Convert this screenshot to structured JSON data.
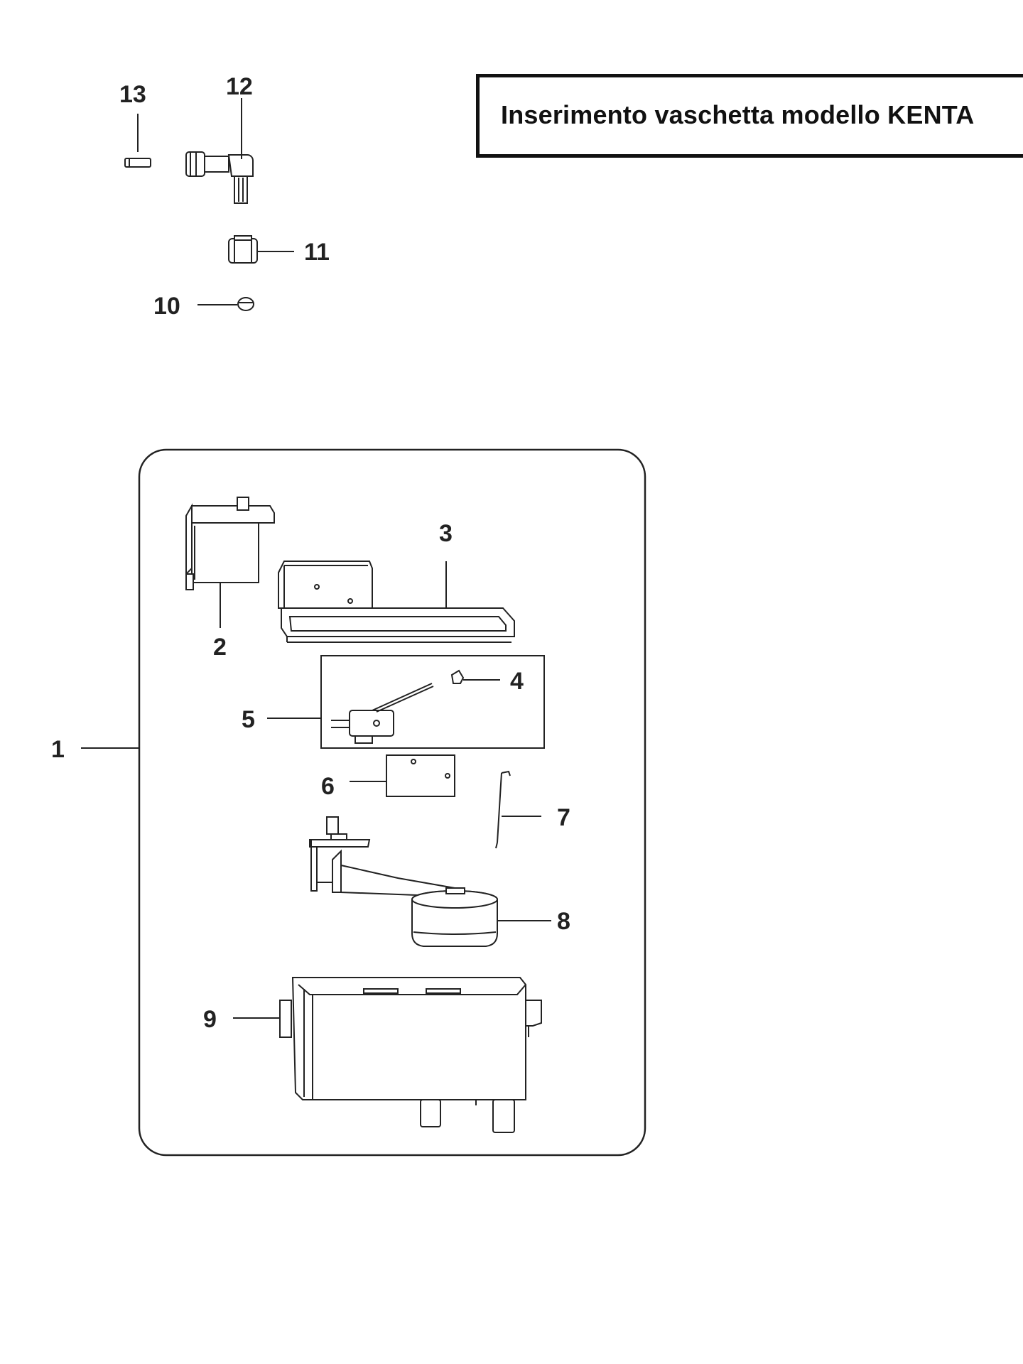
{
  "title": "Inserimento vaschetta modello KENTA",
  "part_numbers": {
    "p1": "1",
    "p2": "2",
    "p3": "3",
    "p4": "4",
    "p5": "5",
    "p6": "6",
    "p7": "7",
    "p8": "8",
    "p9": "9",
    "p10": "10",
    "p11": "11",
    "p12": "12",
    "p13": "13"
  }
}
